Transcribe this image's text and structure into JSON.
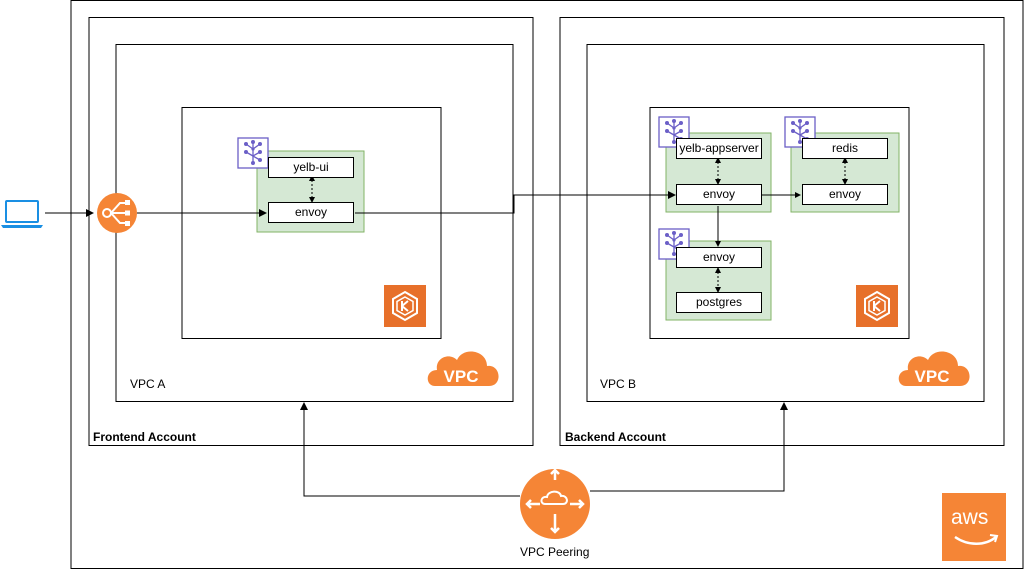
{
  "labels": {
    "frontend_account": "Frontend Account",
    "backend_account": "Backend Account",
    "vpc_a": "VPC A",
    "vpc_b": "VPC B",
    "vpc_peering": "VPC Peering",
    "vpc_logo_text": "VPC",
    "aws_logo_text": "aws"
  },
  "services": {
    "yelb_ui": "yelb-ui",
    "envoy_frontend": "envoy",
    "yelb_appserver": "yelb-appserver",
    "envoy_appserver": "envoy",
    "redis": "redis",
    "envoy_redis": "envoy",
    "envoy_postgres": "envoy",
    "postgres": "postgres"
  },
  "colors": {
    "pod_fill": "#d5e8d4",
    "pod_stroke": "#82b366",
    "aws_orange": "#f58536",
    "eks_orange": "#e7702a",
    "app_mesh_purple": "#6b5fc7",
    "laptop_blue": "#1a8fe3"
  },
  "icons": {
    "client": "laptop-icon",
    "load_balancer": "elastic-load-balancer-icon",
    "mesh": "app-mesh-icon",
    "eks": "eks-icon",
    "vpc": "vpc-cloud-icon",
    "peering": "vpc-peering-icon",
    "aws": "aws-logo"
  }
}
